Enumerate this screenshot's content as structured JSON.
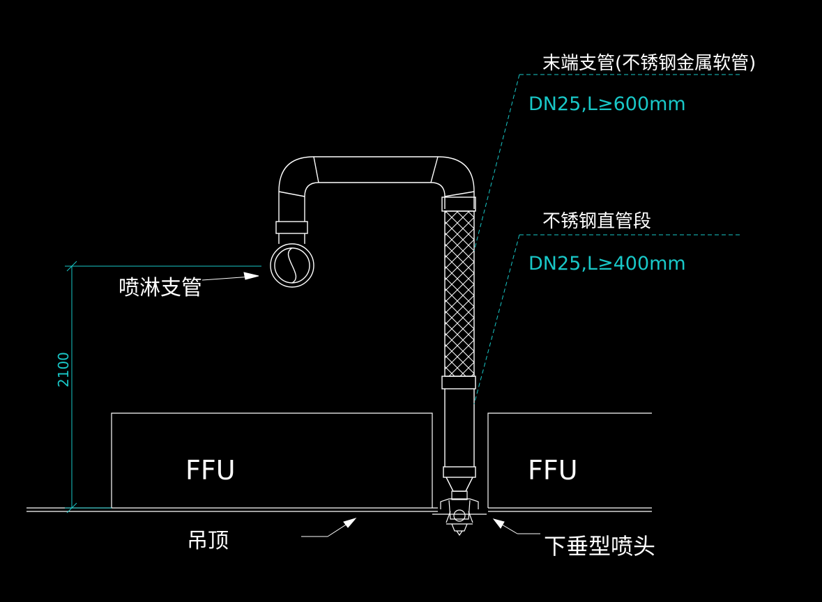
{
  "labels": {
    "spray_branch": "喷淋支管",
    "dimension": "2100",
    "ffu_left": "FFU",
    "ffu_right": "FFU",
    "ceiling": "吊顶",
    "sprinkler": "下垂型喷头",
    "hose_title": "末端支管(不锈钢金属软管)",
    "hose_spec": "DN25,L≥600mm",
    "straight_title": "不锈钢直管段",
    "straight_spec": "DN25,L≥400mm"
  },
  "colors": {
    "background": "#000000",
    "line": "#ffffff",
    "annotation": "#19c8c8"
  }
}
